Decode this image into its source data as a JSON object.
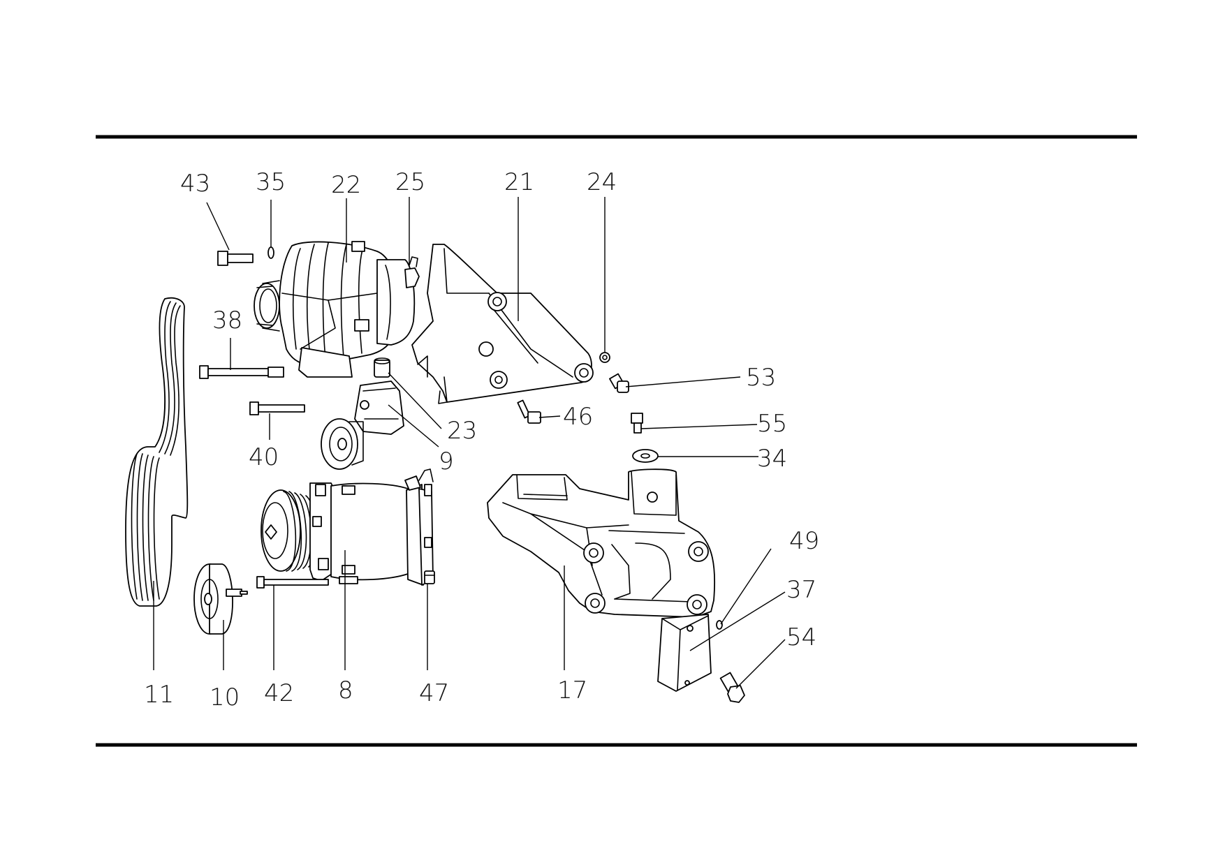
{
  "diagram": {
    "callouts": [
      "43",
      "35",
      "22",
      "25",
      "21",
      "24",
      "38",
      "53",
      "46",
      "55",
      "23",
      "9",
      "40",
      "34",
      "49",
      "37",
      "54",
      "11",
      "10",
      "42",
      "8",
      "47",
      "17"
    ]
  }
}
